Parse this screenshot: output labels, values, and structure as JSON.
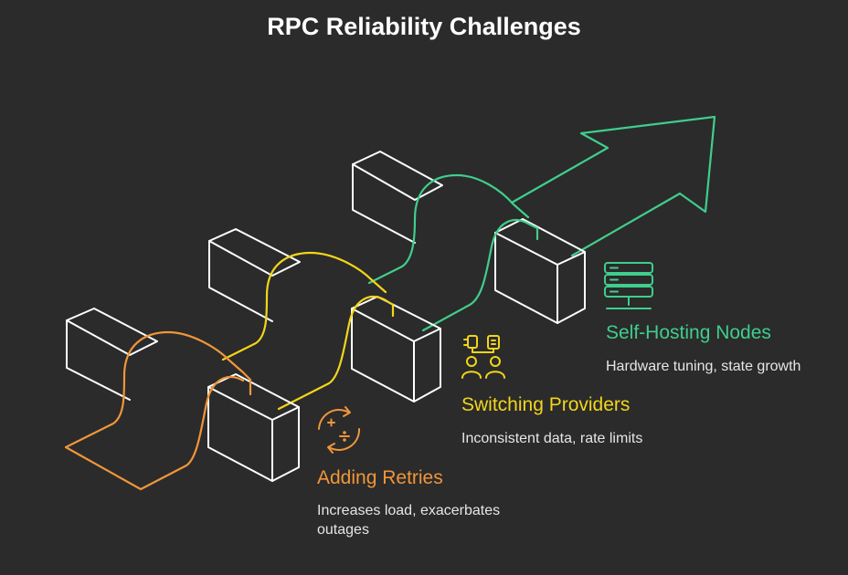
{
  "title": "RPC Reliability Challenges",
  "steps": [
    {
      "label": "Adding Retries",
      "description": "Increases load, exacerbates outages",
      "color": "#f0963a",
      "icon": "math-operations-cycle-icon"
    },
    {
      "label": "Switching Providers",
      "description": "Inconsistent data, rate limits",
      "color": "#f2d51b",
      "icon": "plug-people-icon"
    },
    {
      "label": "Self-Hosting Nodes",
      "description": "Hardware tuning, state growth",
      "color": "#3fce8c",
      "icon": "server-stack-icon"
    }
  ]
}
